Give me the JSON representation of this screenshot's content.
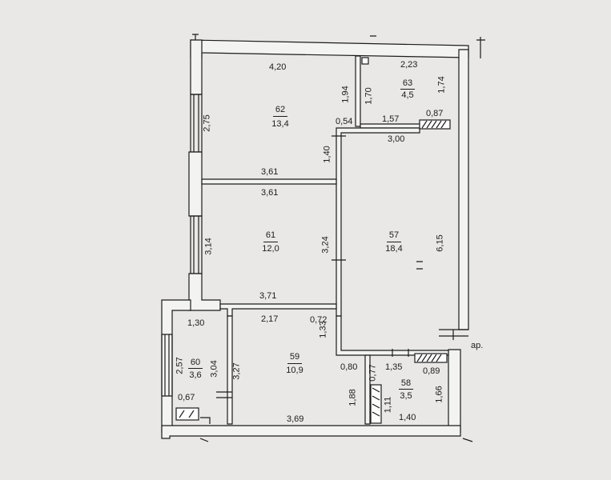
{
  "rooms": [
    {
      "number": "62",
      "area": "13,4"
    },
    {
      "number": "63",
      "area": "4,5"
    },
    {
      "number": "61",
      "area": "12,0"
    },
    {
      "number": "57",
      "area": "18,4"
    },
    {
      "number": "60",
      "area": "3,6"
    },
    {
      "number": "59",
      "area": "10,9"
    },
    {
      "number": "58",
      "area": "3,5"
    }
  ],
  "dimensions": {
    "d420": "4,20",
    "d223": "2,23",
    "d194": "1,94",
    "d170": "1,70",
    "d174": "1,74",
    "d275": "2,75",
    "d054": "0,54",
    "d157": "1,57",
    "d087": "0,87",
    "d300": "3,00",
    "d140a": "1,40",
    "d361a": "3,61",
    "d361b": "3,61",
    "d314": "3,14",
    "d324": "3,24",
    "d615": "6,15",
    "d371": "3,71",
    "d130": "1,30",
    "d217": "2,17",
    "d072": "0,72",
    "d133": "1,33",
    "d257": "2,57",
    "d304": "3,04",
    "d327": "3,27",
    "d080": "0,80",
    "d077": "0,77",
    "d135": "1,35",
    "d089": "0,89",
    "d188": "1,88",
    "d111": "1,11",
    "d166": "1,66",
    "d067": "0,67",
    "d369": "3,69",
    "d140b": "1,40"
  },
  "annotations": {
    "ap": "ар."
  }
}
